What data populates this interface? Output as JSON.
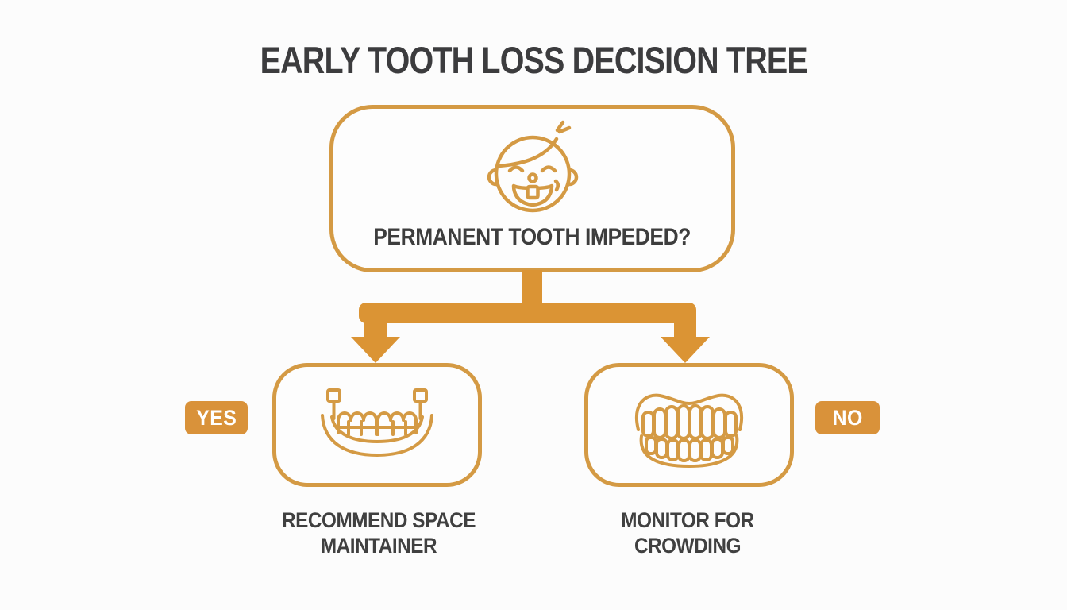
{
  "title": "EARLY TOOTH LOSS DECISION TREE",
  "colors": {
    "background": "#fcfcfc",
    "accent_stroke": "#d49a44",
    "accent_fill": "#db9434",
    "text_dark": "#3d3d3d",
    "badge_text": "#ffffff"
  },
  "root_node": {
    "icon": "child-smiling-missing-tooth-icon",
    "question": "PERMANENT TOOTH IMPEDED?"
  },
  "branches": {
    "yes": {
      "label": "YES",
      "icon": "space-maintainer-icon",
      "outcome_lines": [
        "RECOMMEND SPACE",
        "MAINTAINER"
      ]
    },
    "no": {
      "label": "NO",
      "icon": "dentures-icon",
      "outcome_lines": [
        "MONITOR FOR",
        "CROWDING"
      ]
    }
  }
}
